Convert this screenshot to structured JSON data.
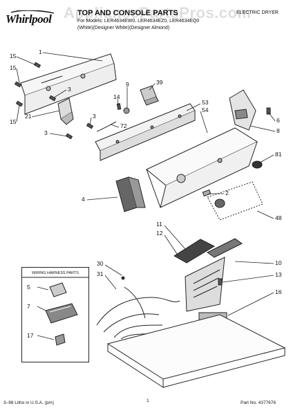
{
  "header": {
    "brand": "Whirlpool",
    "title": "TOP AND CONSOLE PARTS",
    "models": "For Models: LER4634EW0, LER4634EZ0, LER4634EQ0",
    "colors": "(White)(Designer White)(Designer Almond)",
    "product_type": "ELECTRIC DRYER",
    "watermark": "AppliancePartsPros.com"
  },
  "wiring_box": {
    "title": "WIRING HARNESS PARTS"
  },
  "callouts": [
    "1",
    "15",
    "15",
    "15",
    "3",
    "21",
    "3",
    "3",
    "14",
    "9",
    "39",
    "72",
    "53",
    "54",
    "6",
    "8",
    "81",
    "4",
    "2",
    "48",
    "11",
    "12",
    "10",
    "30",
    "31",
    "13",
    "16",
    "5",
    "7",
    "17"
  ],
  "footer": {
    "left": "3–98 Litho in U.S.A. (pm)",
    "page": "1",
    "right": "Part No. 4377676"
  }
}
